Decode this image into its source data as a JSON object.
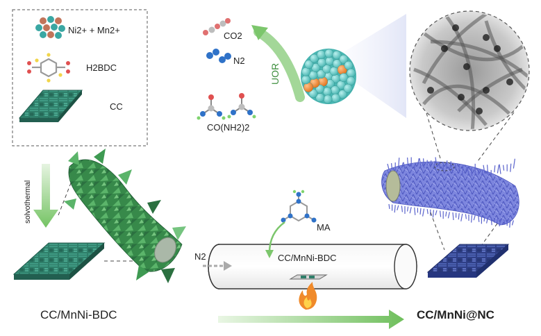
{
  "reagents": {
    "metal_ions": "Ni2+ + Mn2+",
    "linker": "H2BDC",
    "substrate": "CC"
  },
  "step1_label": "solvothermal",
  "intermediate": "CC/MnNi-BDC",
  "uor": {
    "label": "UOR",
    "reactant": "CO(NH2)2",
    "product_1": "CO2",
    "product_2": "N2"
  },
  "furnace": {
    "gas": "N2",
    "sample": "CC/MnNi-BDC",
    "additive": "MA"
  },
  "product": "CC/MnNi@NC",
  "colors": {
    "fabric_green": "#2f7f6a",
    "leaf_green": "#3e9a52",
    "arrow_green": "#7cc66c",
    "nanotube_blue": "#6b73d6",
    "fabric_blue": "#3a4f9a",
    "sphere_teal": "#6fd0cc",
    "sphere_orange": "#f08a2a"
  }
}
